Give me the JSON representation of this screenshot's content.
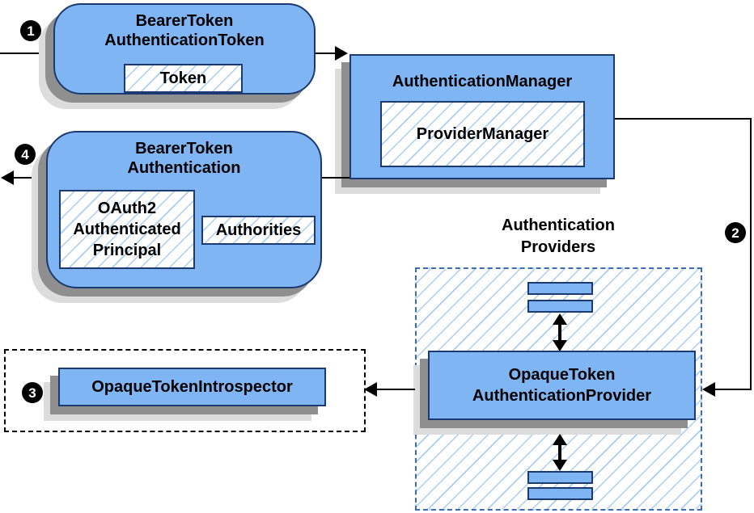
{
  "badges": {
    "step1": "1",
    "step2": "2",
    "step3": "3",
    "step4": "4"
  },
  "nodes": {
    "bearer_token_authentication_token": {
      "line1": "BearerToken",
      "line2": "AuthenticationToken",
      "token_label": "Token"
    },
    "authentication_manager": {
      "title": "AuthenticationManager",
      "provider_manager_label": "ProviderManager"
    },
    "bearer_token_authentication": {
      "line1": "BearerToken",
      "line2": "Authentication",
      "principal_line1": "OAuth2",
      "principal_line2": "Authenticated",
      "principal_line3": "Principal",
      "authorities_label": "Authorities"
    },
    "authentication_providers_label": {
      "line1": "Authentication",
      "line2": "Providers"
    },
    "opaque_token_authentication_provider": {
      "line1": "OpaqueToken",
      "line2": "AuthenticationProvider"
    },
    "opaque_token_introspector": {
      "label": "OpaqueTokenIntrospector"
    }
  },
  "colors": {
    "bg": "#ffffff",
    "node_fill": "#7fb5f3",
    "node_border": "#1c3a72",
    "hatch_line": "#a9cdf2",
    "dashed_blue": "#3b6cb4",
    "shadow_dark": "#8f8f8f",
    "shadow_light": "#dcdcdc",
    "line": "#000000",
    "badge_bg": "#000000",
    "badge_text": "#ffffff"
  }
}
